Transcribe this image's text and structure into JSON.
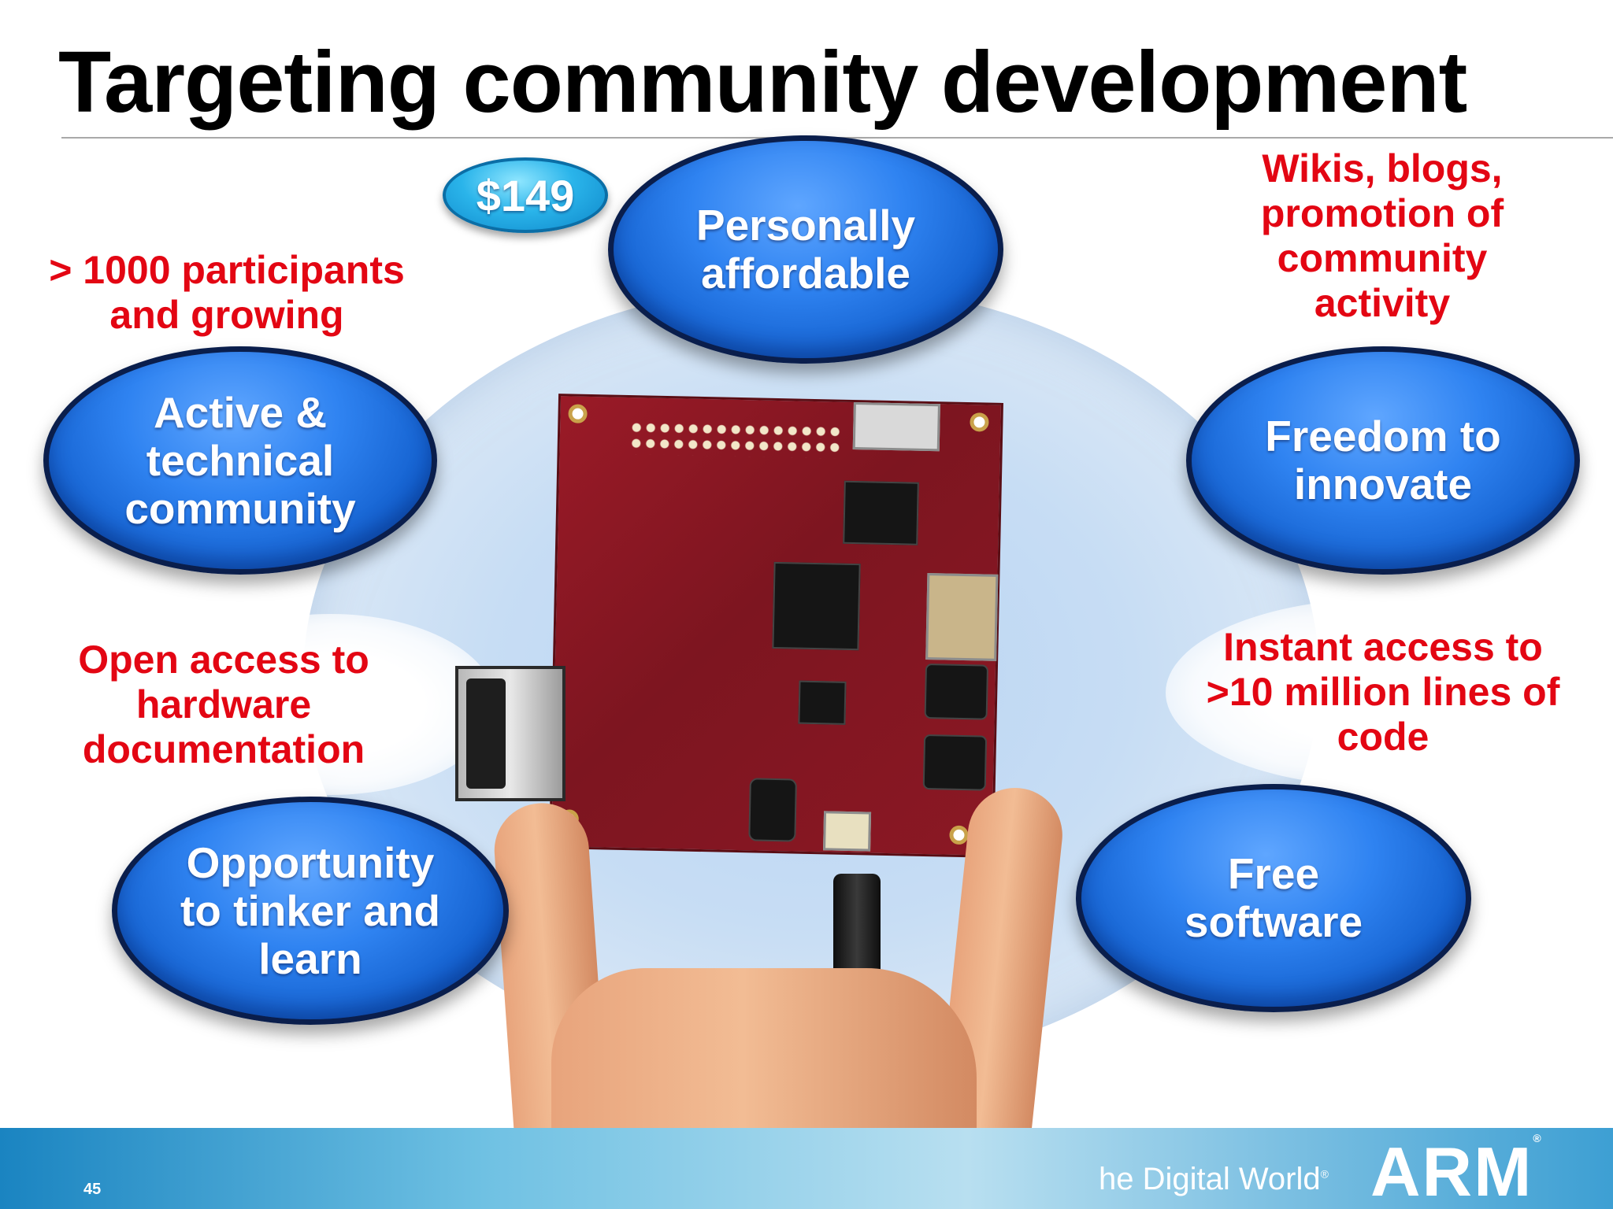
{
  "slide": {
    "title": "Targeting community development",
    "page_number": "45",
    "price": "$149"
  },
  "bubbles": {
    "affordable": "Personally affordable",
    "community": "Active & technical community",
    "freedom": "Freedom to innovate",
    "tinker": "Opportunity to tinker and learn",
    "software": "Free software"
  },
  "callouts": {
    "participants": "> 1000 participants and growing",
    "wikis": "Wikis, blogs, promotion of community activity",
    "hardware_docs": "Open access to hardware documentation",
    "code_access": "Instant access to >10 million lines of code"
  },
  "footer": {
    "tagline": "he Digital World",
    "logo": "ARM"
  },
  "colors": {
    "bubble_blue": "#1e6fe0",
    "callout_red": "#e30613",
    "title_black": "#000000"
  }
}
